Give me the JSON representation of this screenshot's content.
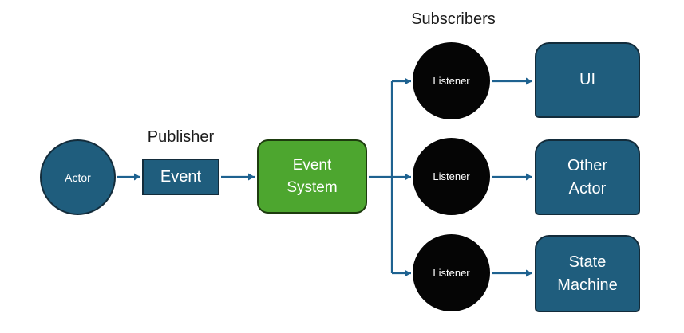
{
  "diagram": {
    "section_labels": {
      "publisher": "Publisher",
      "subscribers": "Subscribers"
    },
    "nodes": {
      "actor": {
        "label": "Actor",
        "shape": "circle"
      },
      "event": {
        "label": "Event",
        "shape": "rectangle"
      },
      "event_system": {
        "label": "Event\nSystem",
        "shape": "rounded-rectangle"
      },
      "listeners": [
        {
          "label": "Listener"
        },
        {
          "label": "Listener"
        },
        {
          "label": "Listener"
        }
      ],
      "targets": [
        {
          "label": "UI"
        },
        {
          "label": "Other\nActor"
        },
        {
          "label": "State\nMachine"
        }
      ]
    },
    "colors": {
      "canvas_bg": "#ffffff",
      "node_teal": "#1f5d7d",
      "node_teal_border": "#132c3b",
      "event_system_green": "#4da62f",
      "event_system_green_border": "#1d3c0e",
      "listener_black": "#050505",
      "arrow_color": "#1e6290",
      "heading_text": "#1a1a1a",
      "node_text": "#ffffff"
    }
  }
}
